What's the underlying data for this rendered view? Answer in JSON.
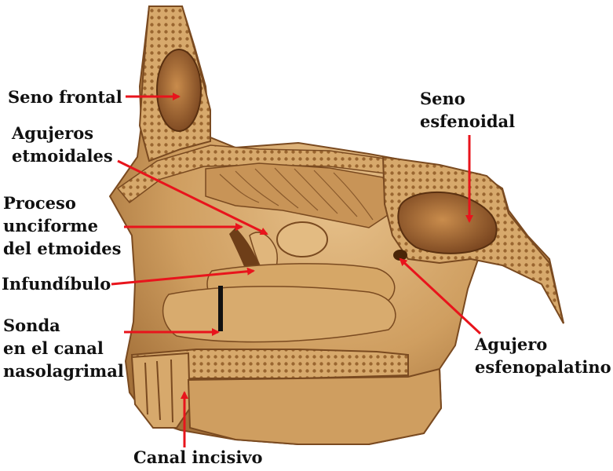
{
  "labels": {
    "seno_frontal": "Seno frontal",
    "agujeros_etmoidales": [
      "Agujeros",
      "etmoidales"
    ],
    "proceso_unciforme": [
      "Proceso",
      "unciforme",
      "del etmoides"
    ],
    "infundibulo": "Infundíbulo",
    "sonda": [
      "Sonda",
      "en el canal",
      "nasolagrimal"
    ],
    "canal_incisivo": "Canal incisivo",
    "seno_esfenoidal": [
      "Seno",
      "esfenoidal"
    ],
    "agujero_esfenopalatino": [
      "Agujero",
      "esfenopalatino"
    ]
  },
  "colors": {
    "arrow": "#e8141c",
    "bone_light": "#d9ae72",
    "bone_mid": "#c28f52",
    "bone_dark": "#8a5a2c",
    "cavity": "#6e3e18",
    "text": "#111111"
  }
}
